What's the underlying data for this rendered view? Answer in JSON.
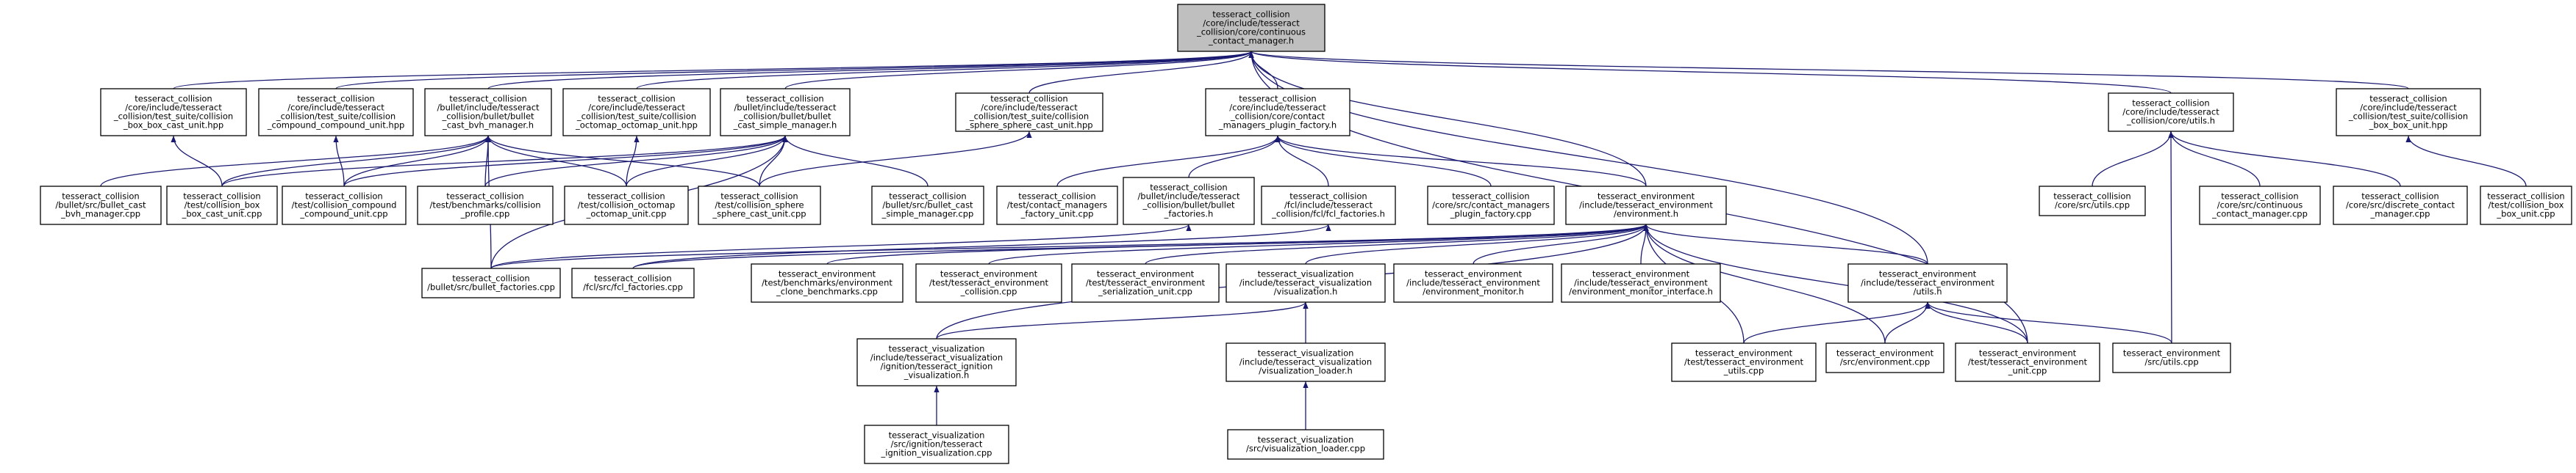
{
  "colors": {
    "edge": "#191970",
    "root_fill": "#bfbfbf",
    "node_fill": "#ffffff",
    "border": "#000000"
  },
  "nodes": {
    "n0": [
      "tesseract_collision",
      "/core/include/tesseract",
      "_collision/core/continuous",
      "_contact_manager.h"
    ],
    "n1": [
      "tesseract_collision",
      "/core/include/tesseract",
      "_collision/test_suite/collision",
      "_box_box_cast_unit.hpp"
    ],
    "n2": [
      "tesseract_collision",
      "/core/include/tesseract",
      "_collision/test_suite/collision",
      "_compound_compound_unit.hpp"
    ],
    "n3": [
      "tesseract_collision",
      "/bullet/include/tesseract",
      "_collision/bullet/bullet",
      "_cast_bvh_manager.h"
    ],
    "n4": [
      "tesseract_collision",
      "/core/include/tesseract",
      "_collision/test_suite/collision",
      "_octomap_octomap_unit.hpp"
    ],
    "n5": [
      "tesseract_collision",
      "/bullet/include/tesseract",
      "_collision/bullet/bullet",
      "_cast_simple_manager.h"
    ],
    "n6": [
      "tesseract_collision",
      "/core/include/tesseract",
      "_collision/test_suite/collision",
      "_sphere_sphere_cast_unit.hpp"
    ],
    "n7": [
      "tesseract_collision",
      "/core/include/tesseract",
      "_collision/core/contact",
      "_managers_plugin_factory.h"
    ],
    "n8": [
      "tesseract_collision",
      "/core/include/tesseract",
      "_collision/core/utils.h"
    ],
    "n9": [
      "tesseract_collision",
      "/core/include/tesseract",
      "_collision/test_suite/collision",
      "_box_box_unit.hpp"
    ],
    "n10": [
      "tesseract_collision",
      "/bullet/src/bullet_cast",
      "_bvh_manager.cpp"
    ],
    "n11": [
      "tesseract_collision",
      "/test/collision_box",
      "_box_cast_unit.cpp"
    ],
    "n12": [
      "tesseract_collision",
      "/test/collision_compound",
      "_compound_unit.cpp"
    ],
    "n13": [
      "tesseract_collision",
      "/test/benchmarks/collision",
      "_profile.cpp"
    ],
    "n14": [
      "tesseract_collision",
      "/test/collision_octomap",
      "_octomap_unit.cpp"
    ],
    "n15": [
      "tesseract_collision",
      "/test/collision_sphere",
      "_sphere_cast_unit.cpp"
    ],
    "n16": [
      "tesseract_collision",
      "/bullet/src/bullet_cast",
      "_simple_manager.cpp"
    ],
    "n17": [
      "tesseract_collision",
      "/test/contact_managers",
      "_factory_unit.cpp"
    ],
    "n18": [
      "tesseract_collision",
      "/bullet/include/tesseract",
      "_collision/bullet/bullet",
      "_factories.h"
    ],
    "n19": [
      "tesseract_collision",
      "/fcl/include/tesseract",
      "_collision/fcl/fcl_factories.h"
    ],
    "n20": [
      "tesseract_collision",
      "/core/src/contact_managers",
      "_plugin_factory.cpp"
    ],
    "n21": [
      "tesseract_environment",
      "/include/tesseract_environment",
      "/environment.h"
    ],
    "n22": [
      "tesseract_collision",
      "/core/src/utils.cpp"
    ],
    "n23": [
      "tesseract_collision",
      "/core/src/continuous",
      "_contact_manager.cpp"
    ],
    "n24": [
      "tesseract_collision",
      "/core/src/discrete_contact",
      "_manager.cpp"
    ],
    "n25": [
      "tesseract_collision",
      "/test/collision_box",
      "_box_unit.cpp"
    ],
    "n26": [
      "tesseract_collision",
      "/bullet/src/bullet_factories.cpp"
    ],
    "n27": [
      "tesseract_collision",
      "/fcl/src/fcl_factories.cpp"
    ],
    "n28": [
      "tesseract_environment",
      "/test/benchmarks/environment",
      "_clone_benchmarks.cpp"
    ],
    "n29": [
      "tesseract_environment",
      "/test/tesseract_environment",
      "_collision.cpp"
    ],
    "n30": [
      "tesseract_environment",
      "/test/tesseract_environment",
      "_serialization_unit.cpp"
    ],
    "n31": [
      "tesseract_visualization",
      "/include/tesseract_visualization",
      "/visualization.h"
    ],
    "n32": [
      "tesseract_environment",
      "/include/tesseract_environment",
      "/environment_monitor.h"
    ],
    "n33": [
      "tesseract_environment",
      "/include/tesseract_environment",
      "/environment_monitor_interface.h"
    ],
    "n34": [
      "tesseract_environment",
      "/include/tesseract_environment",
      "/utils.h"
    ],
    "n35": [
      "tesseract_visualization",
      "/include/tesseract_visualization",
      "/ignition/tesseract_ignition",
      "_visualization.h"
    ],
    "n36": [
      "tesseract_visualization",
      "/include/tesseract_visualization",
      "/visualization_loader.h"
    ],
    "n37": [
      "tesseract_environment",
      "/test/tesseract_environment",
      "_utils.cpp"
    ],
    "n38": [
      "tesseract_environment",
      "/src/environment.cpp"
    ],
    "n39": [
      "tesseract_environment",
      "/test/tesseract_environment",
      "_unit.cpp"
    ],
    "n40": [
      "tesseract_environment",
      "/src/utils.cpp"
    ],
    "n41": [
      "tesseract_visualization",
      "/src/ignition/tesseract",
      "_ignition_visualization.cpp"
    ],
    "n42": [
      "tesseract_visualization",
      "/src/visualization_loader.cpp"
    ]
  },
  "edges": [
    [
      "n1",
      "n0"
    ],
    [
      "n2",
      "n0"
    ],
    [
      "n3",
      "n0"
    ],
    [
      "n4",
      "n0"
    ],
    [
      "n5",
      "n0"
    ],
    [
      "n6",
      "n0"
    ],
    [
      "n7",
      "n0"
    ],
    [
      "n8",
      "n0"
    ],
    [
      "n9",
      "n0"
    ],
    [
      "n21",
      "n0"
    ],
    [
      "n34",
      "n0"
    ],
    [
      "n39",
      "n0"
    ],
    [
      "n10",
      "n3"
    ],
    [
      "n11",
      "n3"
    ],
    [
      "n12",
      "n3"
    ],
    [
      "n13",
      "n3"
    ],
    [
      "n14",
      "n3"
    ],
    [
      "n15",
      "n3"
    ],
    [
      "n26",
      "n3"
    ],
    [
      "n11",
      "n5"
    ],
    [
      "n12",
      "n5"
    ],
    [
      "n13",
      "n5"
    ],
    [
      "n14",
      "n5"
    ],
    [
      "n15",
      "n5"
    ],
    [
      "n16",
      "n5"
    ],
    [
      "n26",
      "n5"
    ],
    [
      "n11",
      "n1"
    ],
    [
      "n12",
      "n2"
    ],
    [
      "n14",
      "n4"
    ],
    [
      "n15",
      "n6"
    ],
    [
      "n17",
      "n7"
    ],
    [
      "n18",
      "n7"
    ],
    [
      "n19",
      "n7"
    ],
    [
      "n20",
      "n7"
    ],
    [
      "n21",
      "n7"
    ],
    [
      "n26",
      "n18"
    ],
    [
      "n27",
      "n19"
    ],
    [
      "n22",
      "n8"
    ],
    [
      "n23",
      "n8"
    ],
    [
      "n24",
      "n8"
    ],
    [
      "n40",
      "n8"
    ],
    [
      "n25",
      "n9"
    ],
    [
      "n26",
      "n21"
    ],
    [
      "n27",
      "n21"
    ],
    [
      "n28",
      "n21"
    ],
    [
      "n29",
      "n21"
    ],
    [
      "n30",
      "n21"
    ],
    [
      "n31",
      "n21"
    ],
    [
      "n32",
      "n21"
    ],
    [
      "n33",
      "n21"
    ],
    [
      "n34",
      "n21"
    ],
    [
      "n37",
      "n21"
    ],
    [
      "n38",
      "n21"
    ],
    [
      "n39",
      "n21"
    ],
    [
      "n35",
      "n21"
    ],
    [
      "n35",
      "n31"
    ],
    [
      "n36",
      "n31"
    ],
    [
      "n41",
      "n35"
    ],
    [
      "n42",
      "n36"
    ],
    [
      "n37",
      "n34"
    ],
    [
      "n38",
      "n34"
    ],
    [
      "n39",
      "n34"
    ],
    [
      "n40",
      "n34"
    ]
  ]
}
